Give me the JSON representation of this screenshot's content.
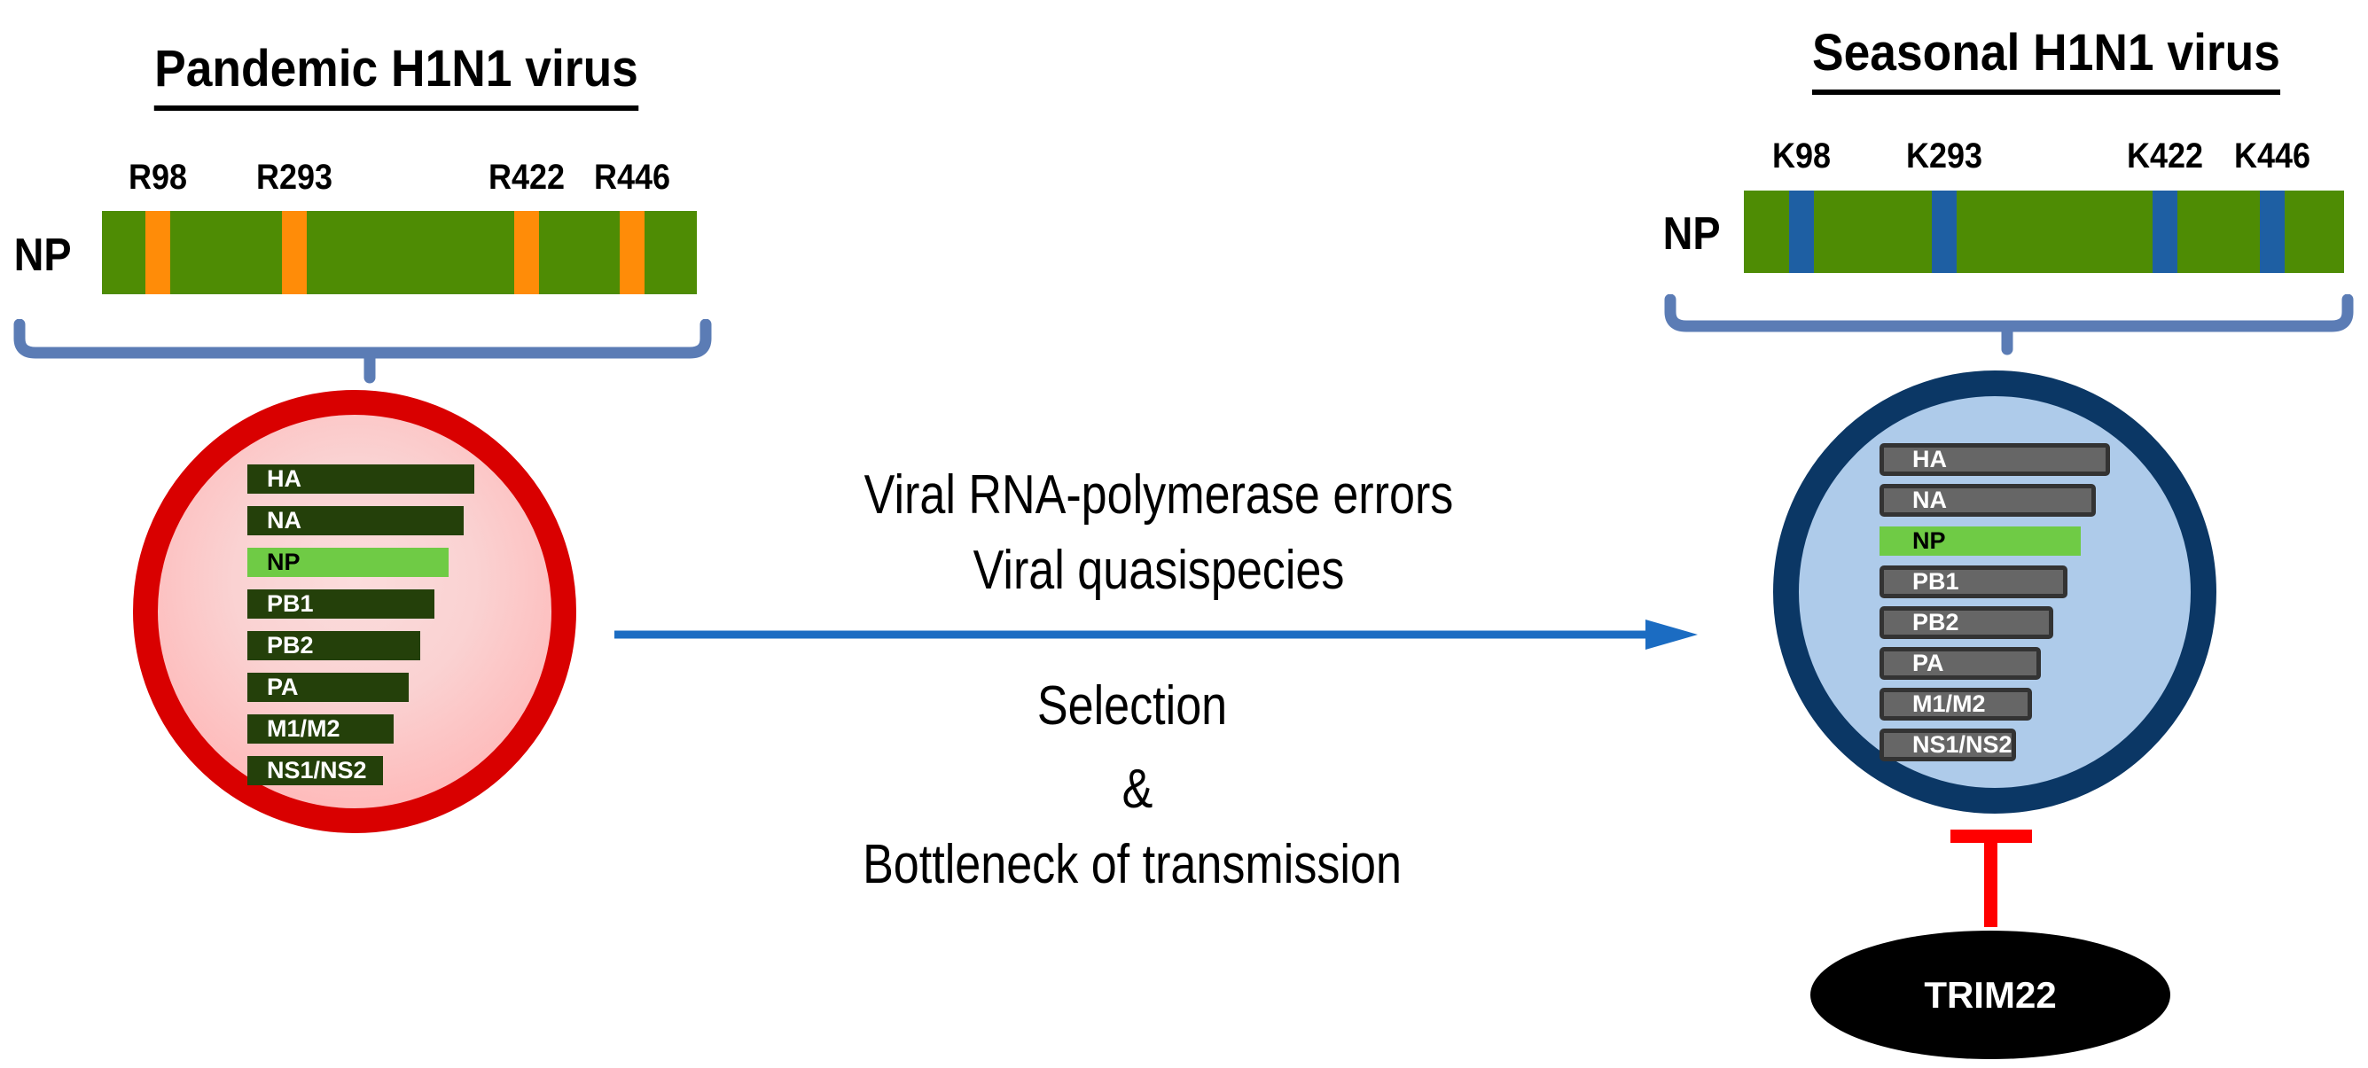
{
  "left": {
    "title": "Pandemic H1N1 virus",
    "protein_label": "NP",
    "mutations": [
      {
        "label": "R98"
      },
      {
        "label": "R293"
      },
      {
        "label": "R422"
      },
      {
        "label": "R446"
      }
    ],
    "segments": [
      {
        "label": "HA"
      },
      {
        "label": "NA"
      },
      {
        "label": "NP"
      },
      {
        "label": "PB1"
      },
      {
        "label": "PB2"
      },
      {
        "label": "PA"
      },
      {
        "label": "M1/M2"
      },
      {
        "label": "NS1/NS2"
      }
    ]
  },
  "center": {
    "line1": "Viral RNA-polymerase errors",
    "line2": "Viral quasispecies",
    "line3": "Selection",
    "line4": "&",
    "line5": "Bottleneck of transmission"
  },
  "right": {
    "title": "Seasonal H1N1 virus",
    "protein_label": "NP",
    "mutations": [
      {
        "label": "K98"
      },
      {
        "label": "K293"
      },
      {
        "label": "K422"
      },
      {
        "label": "K446"
      }
    ],
    "segments": [
      {
        "label": "HA"
      },
      {
        "label": "NA"
      },
      {
        "label": "NP"
      },
      {
        "label": "PB1"
      },
      {
        "label": "PB2"
      },
      {
        "label": "PA"
      },
      {
        "label": "M1/M2"
      },
      {
        "label": "NS1/NS2"
      }
    ],
    "inhibitor_label": "TRIM22"
  },
  "colors": {
    "protein_green": "#4E8C04",
    "mutation_orange": "#FF8C08",
    "mutation_blue": "#1E5FA3",
    "pandemic_ring_red": "#D90000",
    "pandemic_fill_pink": "#FFB5B5",
    "seasonal_ring_navy": "#0B3765",
    "seasonal_fill_blue": "#AECBEA",
    "segment_dark_green": "#24400A",
    "segment_gray": "#666666",
    "np_segment_green": "#6FCB45",
    "arrow_blue": "#1B6CC2",
    "brace_blue": "#5B7CB5",
    "inhibitor_red": "#FF0000",
    "trim22_black": "#000000"
  }
}
